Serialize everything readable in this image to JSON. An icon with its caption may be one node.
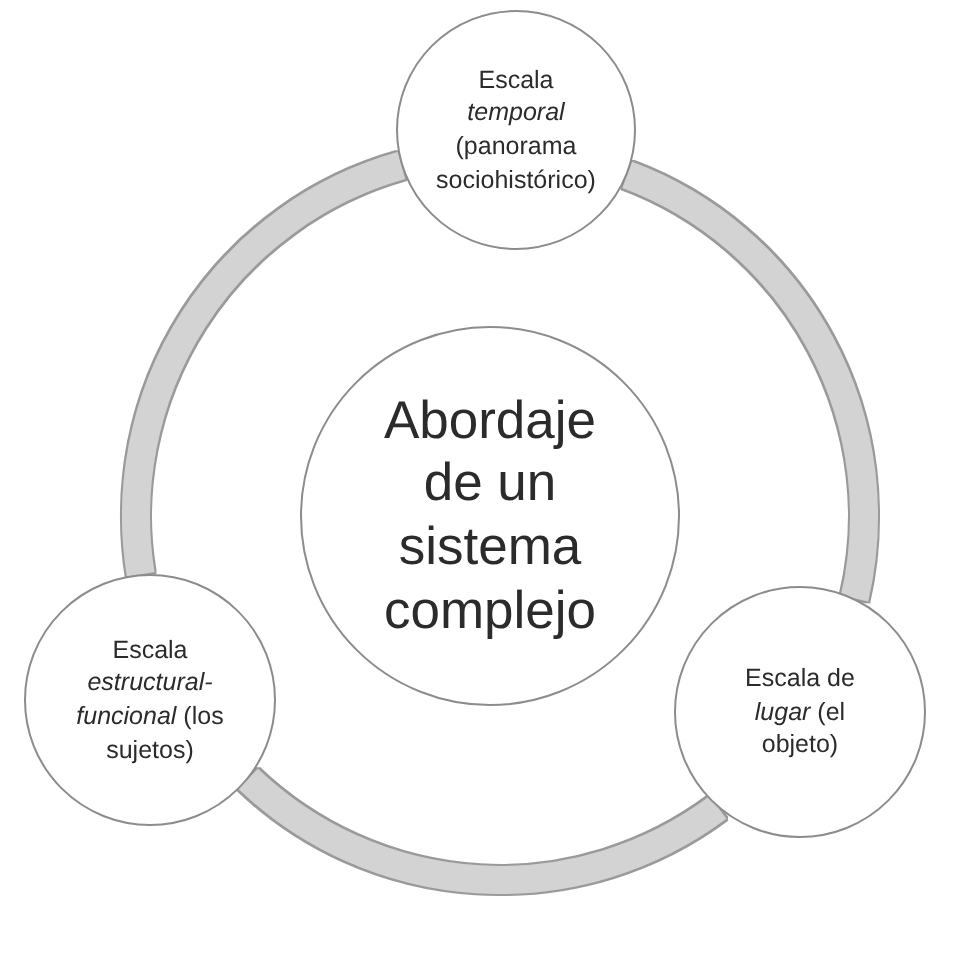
{
  "diagram": {
    "nodes": [
      {
        "text": [
          "Escala *temporal* (panorama sociohistórico)"
        ]
      },
      {
        "text": [
          "Abordaje de un sistema complejo"
        ]
      },
      {
        "text": [
          "Escala *estructural-funcional* (los sujetos)"
        ]
      },
      {
        "text": [
          "Escala de *lugar* (el objeto)"
        ]
      }
    ],
    "edges": [
      {
        "from": 0,
        "to": 3,
        "arrow": "none"
      },
      {
        "from": 3,
        "to": 2,
        "arrow": "none"
      },
      {
        "from": 2,
        "to": 0,
        "arrow": "none"
      }
    ]
  }
}
